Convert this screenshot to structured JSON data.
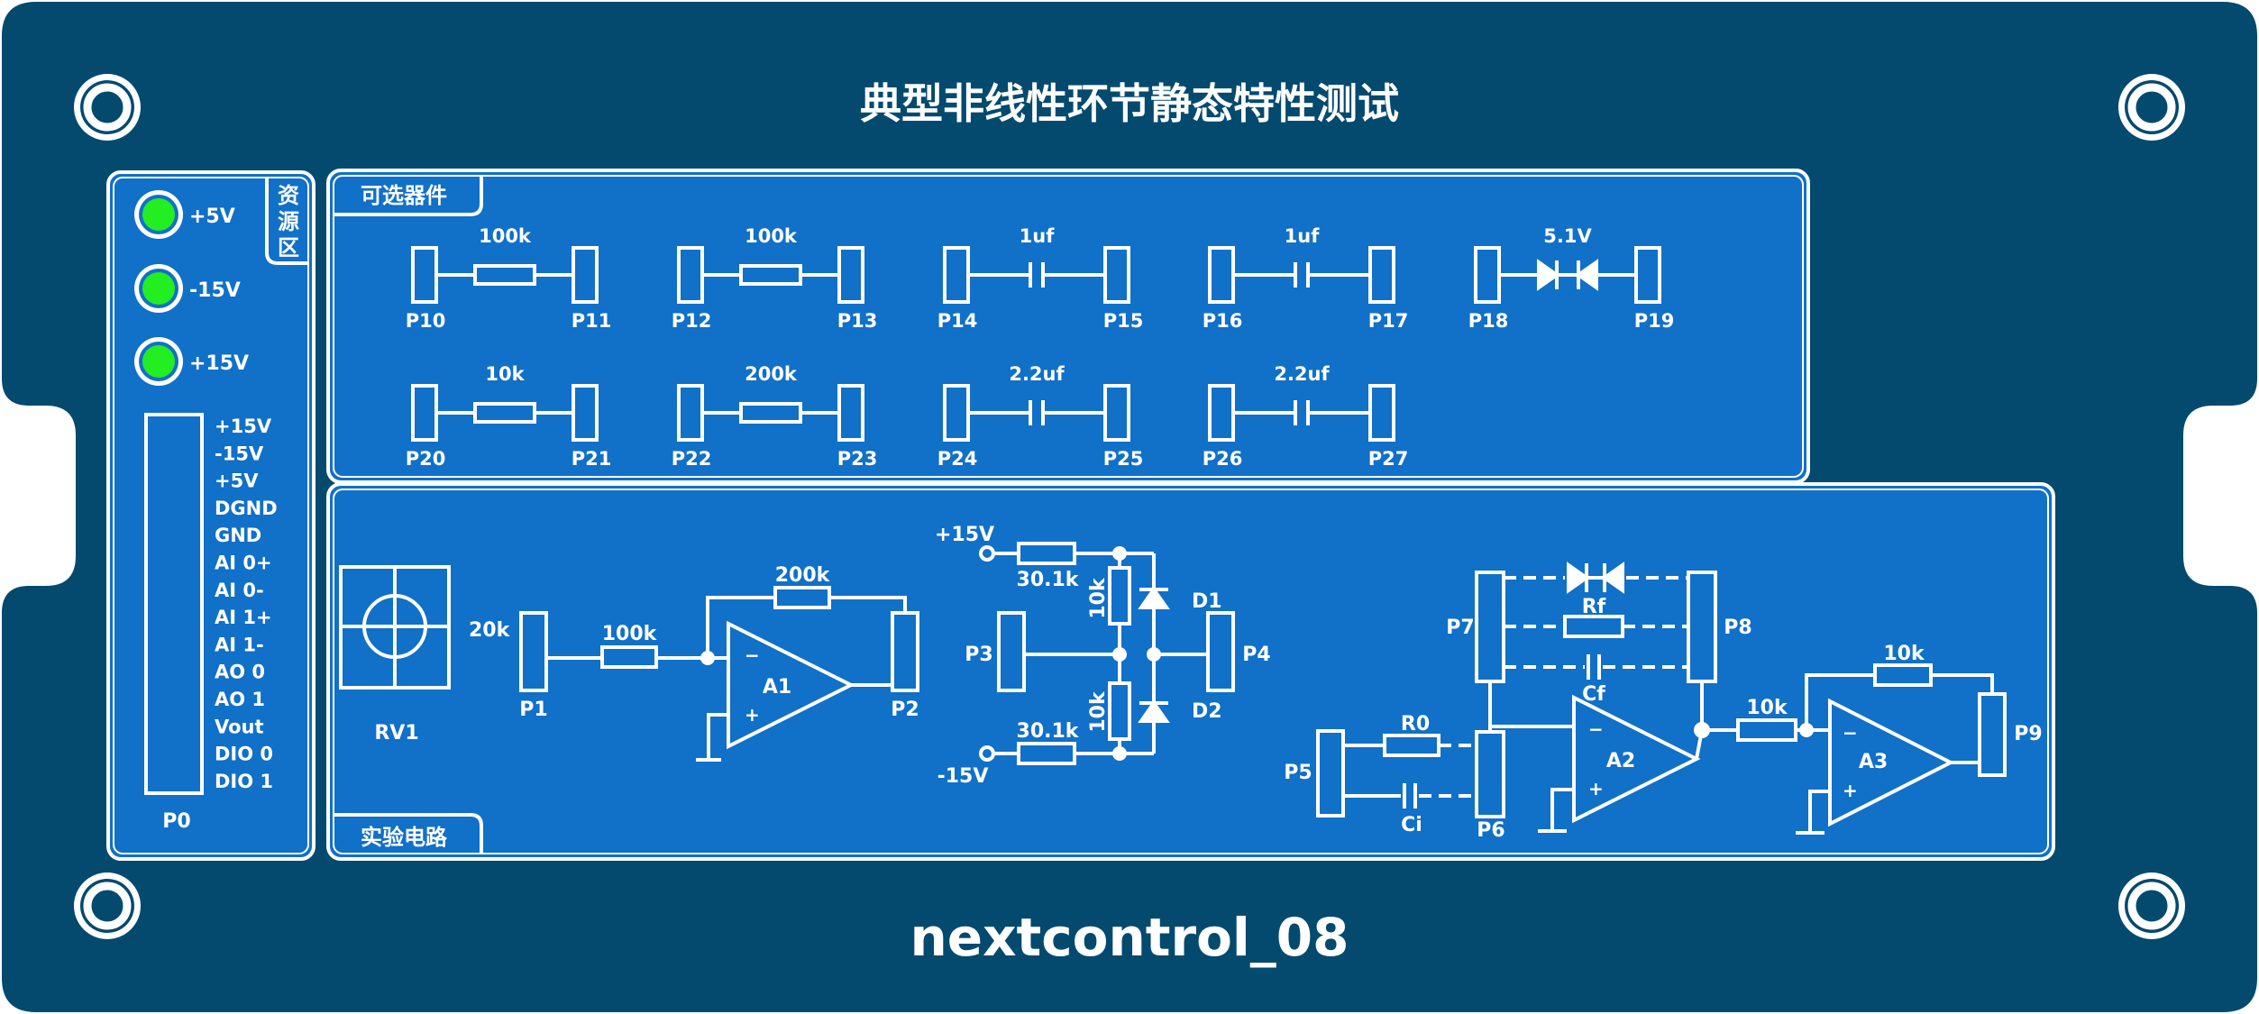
{
  "title": "典型非线性环节静态特性测试",
  "brand": "nextcontrol_08",
  "colors": {
    "board": "#034a6e",
    "panel": "#1170c8",
    "led": "#22ee22",
    "line": "#ffffff"
  },
  "resource": {
    "label_chars": [
      "资",
      "源",
      "区"
    ],
    "leds": [
      {
        "label": "+5V"
      },
      {
        "label": "-15V"
      },
      {
        "label": "+15V"
      }
    ],
    "connector_name": "P0",
    "pins": [
      "+15V",
      "-15V",
      "+5V",
      "DGND",
      "GND",
      "AI 0+",
      "AI 0-",
      "AI 1+",
      "AI 1-",
      "AO 0",
      "AO 1",
      "Vout",
      "DIO 0",
      "DIO 1"
    ]
  },
  "optional": {
    "tab": "可选器件",
    "components": [
      {
        "kind": "resistor",
        "value": "100k",
        "left": "P10",
        "right": "P11"
      },
      {
        "kind": "resistor",
        "value": "100k",
        "left": "P12",
        "right": "P13"
      },
      {
        "kind": "capacitor",
        "value": "1uf",
        "left": "P14",
        "right": "P15"
      },
      {
        "kind": "capacitor",
        "value": "1uf",
        "left": "P16",
        "right": "P17"
      },
      {
        "kind": "zener",
        "value": "5.1V",
        "left": "P18",
        "right": "P19"
      },
      {
        "kind": "resistor",
        "value": "10k",
        "left": "P20",
        "right": "P21"
      },
      {
        "kind": "resistor",
        "value": "200k",
        "left": "P22",
        "right": "P23"
      },
      {
        "kind": "capacitor",
        "value": "2.2uf",
        "left": "P24",
        "right": "P25"
      },
      {
        "kind": "capacitor",
        "value": "2.2uf",
        "left": "P26",
        "right": "P27"
      }
    ]
  },
  "experiment": {
    "tab": "实验电路",
    "rv1": {
      "name": "RV1",
      "value": "20k"
    },
    "amp1": {
      "in": "P1",
      "r_in": "100k",
      "r_fb": "200k",
      "name": "A1",
      "out": "P2"
    },
    "limiter": {
      "vpos": "+15V",
      "vneg": "-15V",
      "r_top": "30.1k",
      "r_bot": "30.1k",
      "r_mid_top": "10k",
      "r_mid_bot": "10k",
      "d1": "D1",
      "d2": "D2",
      "in": "P3",
      "out": "P4"
    },
    "amp2": {
      "p5": "P5",
      "r0": "R0",
      "ci": "Ci",
      "p6": "P6",
      "p7": "P7",
      "p8": "P8",
      "rf": "Rf",
      "cf": "Cf",
      "name": "A2",
      "minus": "−",
      "plus": "+"
    },
    "amp3": {
      "r_in": "10k",
      "r_fb": "10k",
      "name": "A3",
      "out": "P9"
    }
  }
}
